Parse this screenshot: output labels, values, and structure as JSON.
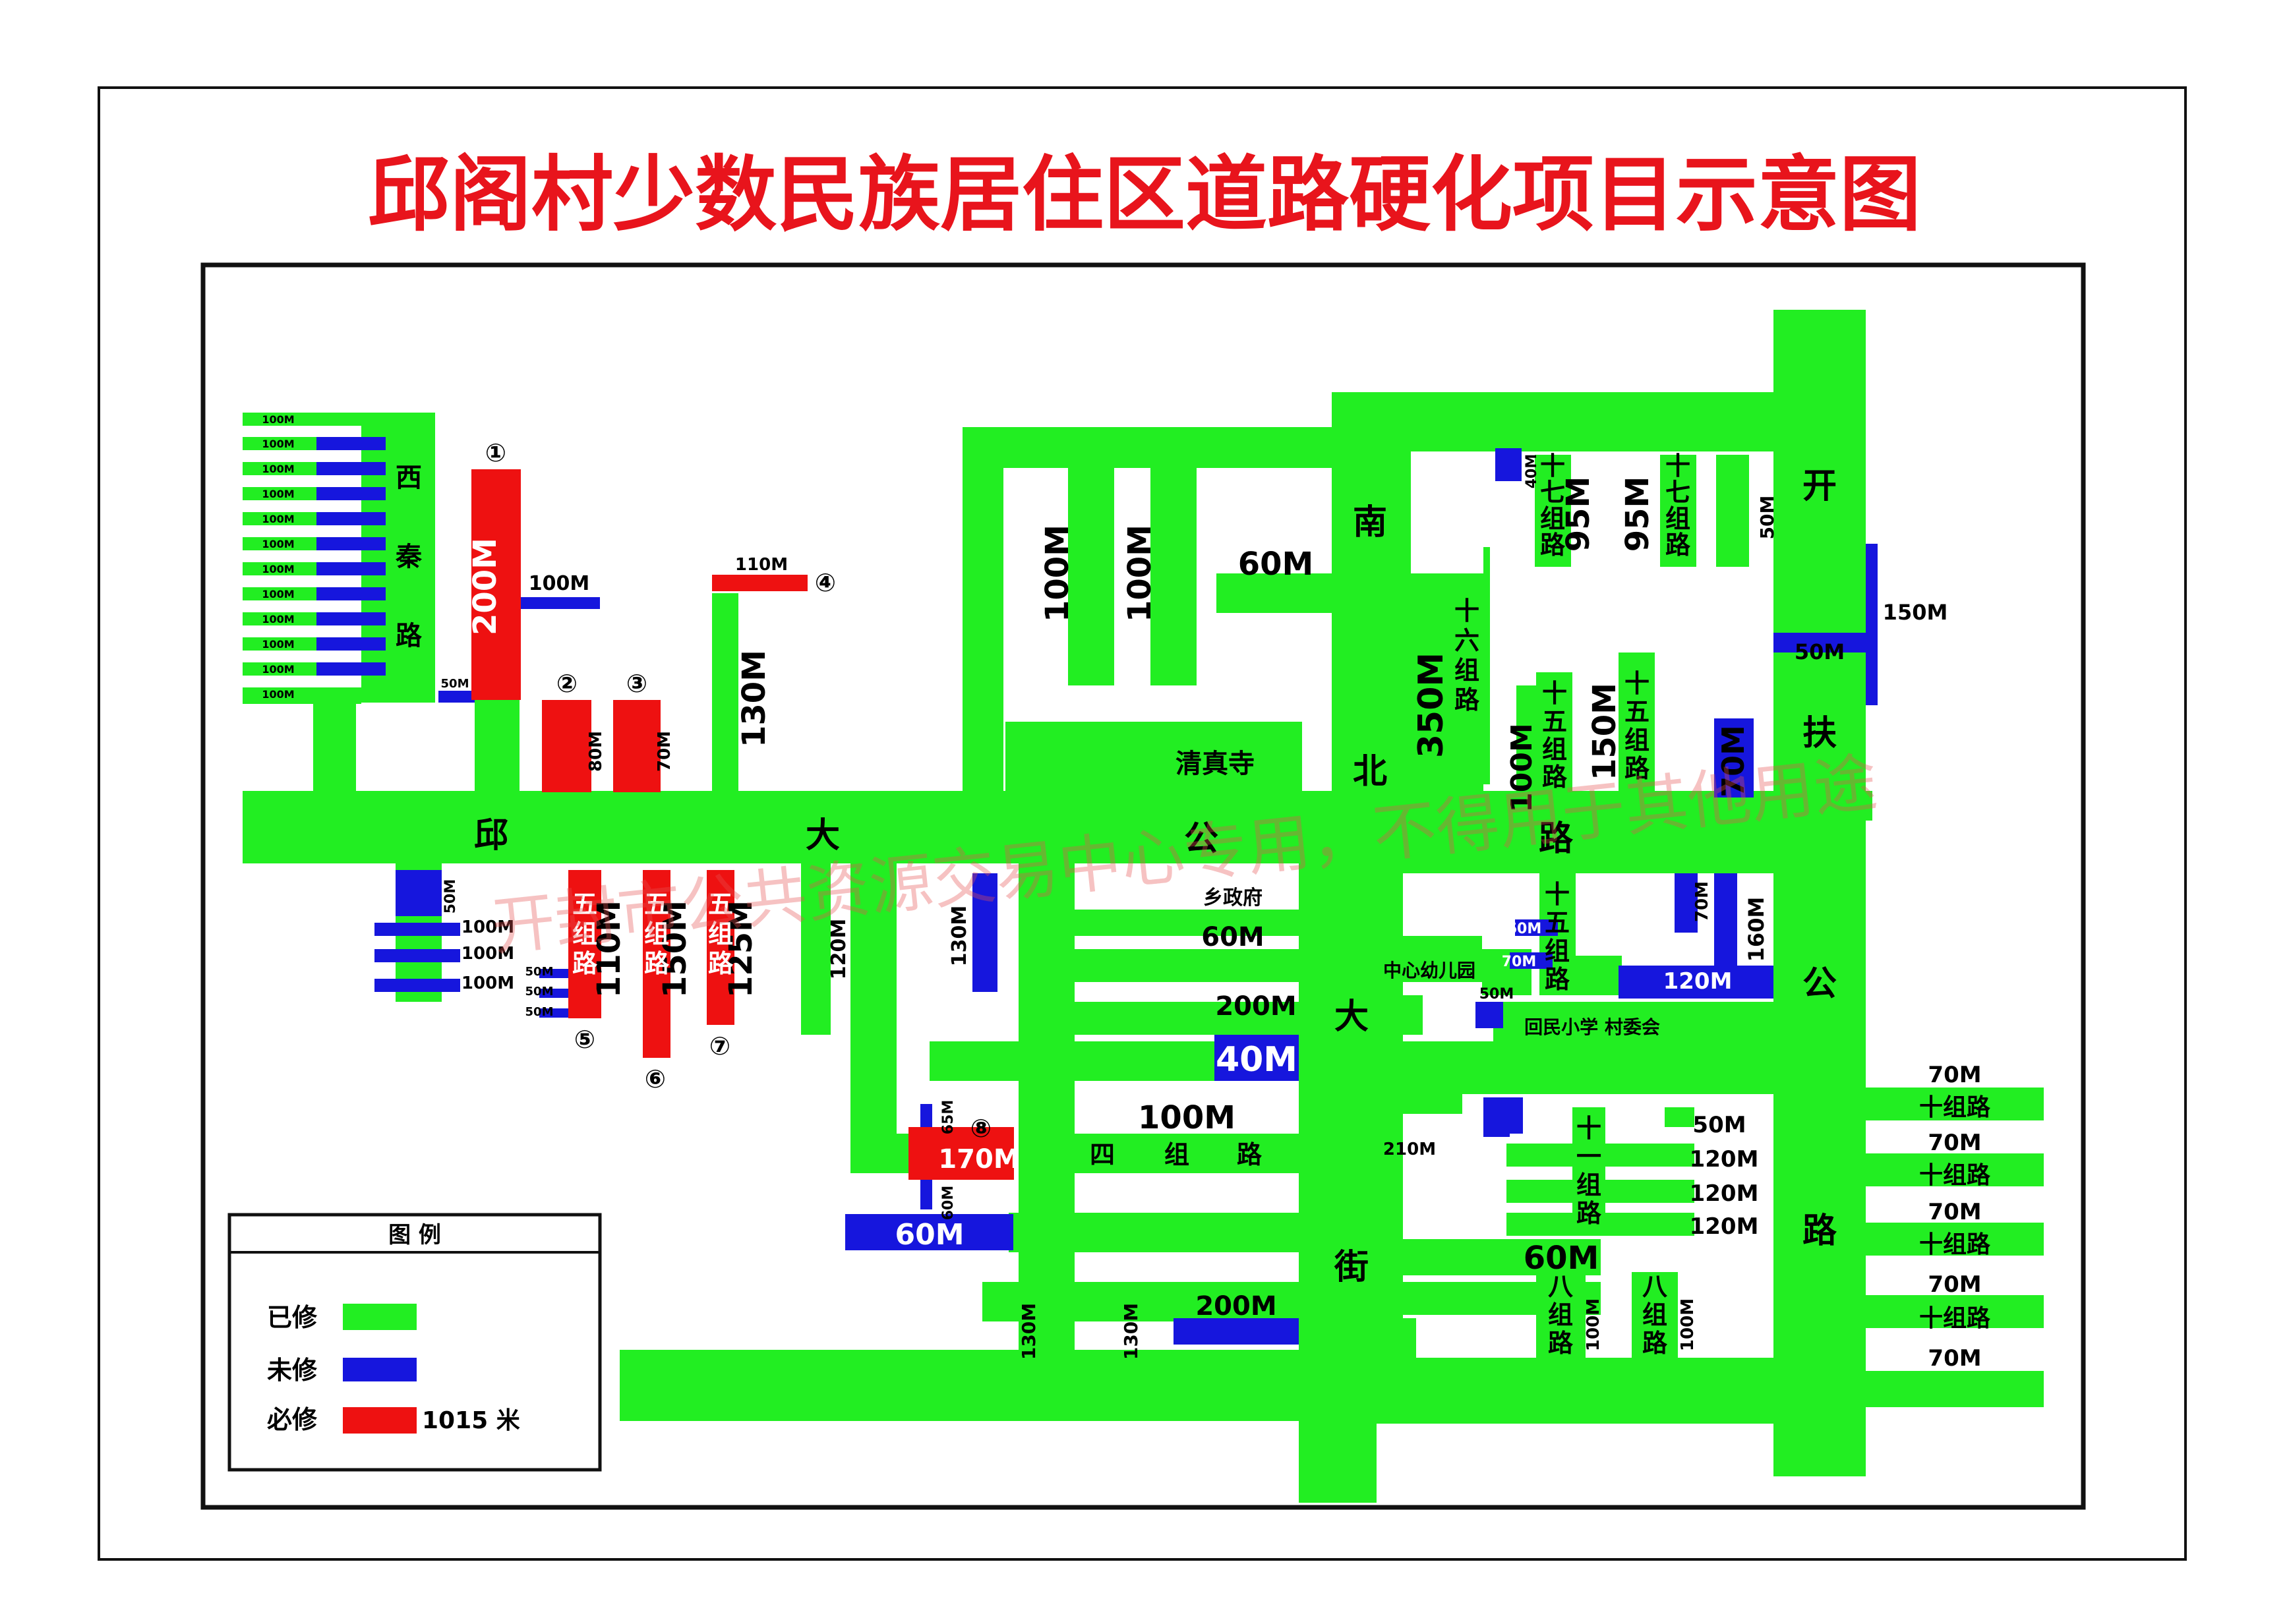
{
  "title": "邱阁村少数民族居住区道路硬化项目示意图",
  "watermark": "开封市公共资源交易中心专用，不得用于其他用途",
  "colors": {
    "repaired": "#22ee22",
    "unrepaired": "#1616dd",
    "required": "#ee1111",
    "border": "#111111",
    "title": "#e8141c"
  },
  "legend": {
    "title": "图 例",
    "items": [
      {
        "label": "已修",
        "status": "repaired",
        "value": ""
      },
      {
        "label": "未修",
        "status": "unrepaired",
        "value": ""
      },
      {
        "label": "必修",
        "status": "required",
        "value": "1015 米"
      }
    ]
  },
  "streets": {
    "xiqin": [
      "西",
      "秦",
      "路"
    ],
    "qiuda": [
      "邱",
      "大"
    ],
    "nanbei": [
      "南",
      "北",
      "公",
      "路"
    ],
    "da_street": [
      "大",
      "街"
    ],
    "kaifu": [
      "开",
      "扶",
      "公",
      "路"
    ]
  },
  "landmarks": {
    "mosque": "清真寺",
    "township": "乡政府",
    "kindergarten": "中心幼儿园",
    "school_committee": "回民小学 村委会"
  },
  "markers": [
    "①",
    "②",
    "③",
    "④",
    "⑤",
    "⑥",
    "⑦",
    "⑧"
  ],
  "road_names": {
    "wuzu": [
      "五",
      "组",
      "路"
    ],
    "sizu": [
      "四",
      "组",
      "路"
    ],
    "shiliuzu": [
      "十",
      "六",
      "组",
      "路"
    ],
    "shiqizu": [
      "十",
      "七",
      "组",
      "路"
    ],
    "shiwuzu": [
      "十",
      "五",
      "组",
      "路"
    ],
    "shiyizu": [
      "十",
      "一",
      "组",
      "路"
    ],
    "bazu": [
      "八",
      "组",
      "路"
    ],
    "shizu": "十组路"
  },
  "lengths": {
    "left_stub": "100M",
    "m50": "50M",
    "m200": "200M",
    "m100": "100M",
    "m80": "80M",
    "m70": "70M",
    "m110": "110M",
    "m130": "130M",
    "m120": "120M",
    "m150": "150M",
    "m125": "125M",
    "m170": "170M",
    "m65": "65M",
    "m60": "60M",
    "m40": "40M",
    "m210": "210M",
    "m95": "95M",
    "m350": "350M",
    "m160": "160M"
  }
}
